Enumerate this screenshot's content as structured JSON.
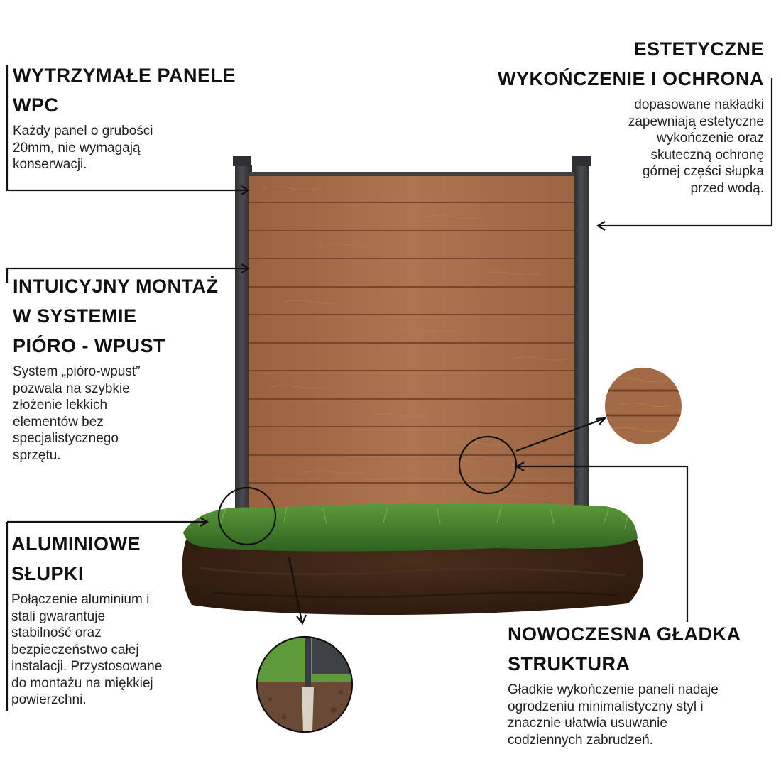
{
  "features": {
    "panels": {
      "title": "WYTRZYMAŁE PANELE\nWPC",
      "description": "Każdy panel o grubości\n20mm, nie wymagają\nkonserwacji."
    },
    "finish": {
      "title": "ESTETYCZNE\nWYKOŃCZENIE I OCHRONA",
      "description": "dopasowane nakładki\nzapewniają estetyczne\nwykończenie oraz\nskuteczną ochronę\ngórnej części słupka\nprzed wodą."
    },
    "assembly": {
      "title": "INTUICYJNY MONTAŻ\nW SYSTEMIE\nPIÓRO - WPUST",
      "description": "System „pióro-wpust”\npozwala na szybkie\nzłożenie lekkich\nelementów bez\nspecjalistycznego\nsprzętu."
    },
    "posts": {
      "title": "ALUMINIOWE\nSŁUPKI",
      "description": "Połączenie aluminium i\nstali gwarantuje\nstabilność oraz\nbezpieczeństwo całej\ninstalacji. Przystosowane\ndo montażu na miękkiej\npowierzchni."
    },
    "texture": {
      "title": "NOWOCZESNA GŁADKA\nSTRUKTURA",
      "description": "Gładkie wykończenie paneli nadaje\nogrodzeniu minimalistyczny styl i\nznacznie ułatwia usuwanie\ncodziennych zabrudzeń."
    }
  },
  "colors": {
    "wood": "#a56b47",
    "post": "#3d3f42",
    "grass": "#3f7a2a",
    "soil": "#3b2417",
    "line": "#111111"
  }
}
